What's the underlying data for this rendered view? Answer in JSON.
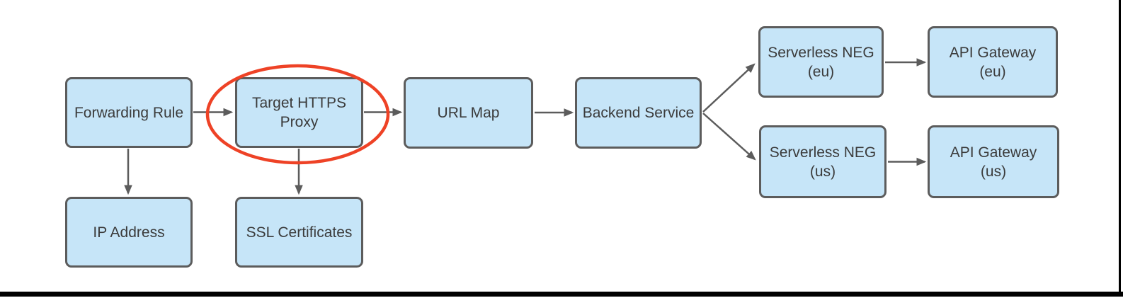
{
  "diagram": {
    "type": "flowchart",
    "background": "#ffffff",
    "nodes": {
      "forwarding_rule": {
        "label": "Forwarding Rule",
        "lines": [
          "Forwarding Rule"
        ]
      },
      "target_https_proxy": {
        "label": "Target HTTPS Proxy",
        "lines": [
          "Target HTTPS",
          "Proxy"
        ]
      },
      "url_map": {
        "label": "URL Map",
        "lines": [
          "URL Map"
        ]
      },
      "backend_service": {
        "label": "Backend Service",
        "lines": [
          "Backend Service"
        ]
      },
      "serverless_neg_eu": {
        "label": "Serverless NEG (eu)",
        "lines": [
          "Serverless NEG",
          "(eu)"
        ]
      },
      "api_gateway_eu": {
        "label": "API Gateway (eu)",
        "lines": [
          "API Gateway",
          "(eu)"
        ]
      },
      "serverless_neg_us": {
        "label": "Serverless NEG (us)",
        "lines": [
          "Serverless NEG",
          "(us)"
        ]
      },
      "api_gateway_us": {
        "label": "API Gateway (us)",
        "lines": [
          "API Gateway",
          "(us)"
        ]
      },
      "ip_address": {
        "label": "IP Address",
        "lines": [
          "IP Address"
        ]
      },
      "ssl_certificates": {
        "label": "SSL Certificates",
        "lines": [
          "SSL Certificates"
        ]
      }
    },
    "edges": [
      {
        "from": "Forwarding Rule",
        "to": "Target HTTPS Proxy"
      },
      {
        "from": "Target HTTPS Proxy",
        "to": "URL Map"
      },
      {
        "from": "URL Map",
        "to": "Backend Service"
      },
      {
        "from": "Backend Service",
        "to": "Serverless NEG (eu)"
      },
      {
        "from": "Backend Service",
        "to": "Serverless NEG (us)"
      },
      {
        "from": "Serverless NEG (eu)",
        "to": "API Gateway (eu)"
      },
      {
        "from": "Serverless NEG (us)",
        "to": "API Gateway (us)"
      },
      {
        "from": "Forwarding Rule",
        "to": "IP Address"
      },
      {
        "from": "Target HTTPS Proxy",
        "to": "SSL Certificates"
      }
    ],
    "annotation": {
      "shape": "ellipse",
      "highlights": "Target HTTPS Proxy",
      "color": "#ee4226"
    },
    "colors": {
      "node_fill": "#c6e5f8",
      "node_border": "#5c5c5c",
      "arrow": "#5c5c5c",
      "text": "#3b3b3b",
      "highlight_ellipse": "#ee4226",
      "frame": "#000000"
    }
  }
}
